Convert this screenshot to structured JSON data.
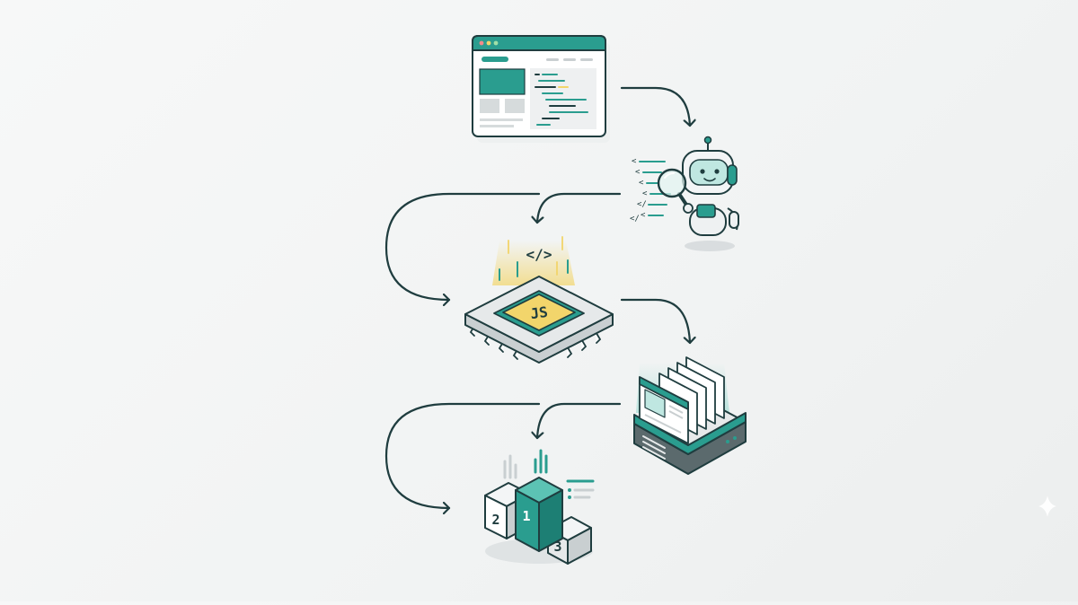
{
  "colors": {
    "outline": "#1f3d3f",
    "teal": "#2a9d8f",
    "teal_dark": "#1d7f74",
    "teal_light": "#bfe7e1",
    "gold": "#f2d56b",
    "gray_light": "#e6e9ea",
    "gray_mid": "#c9cfd1",
    "white": "#ffffff"
  },
  "icons": {
    "webpage": "webpage-source-icon",
    "robot": "robot-crawler-icon",
    "chip": "js-processor-chip-icon",
    "server": "page-index-server-icon",
    "podium": "ranking-podium-icon",
    "sparkle": "sparkle-icon"
  },
  "chip": {
    "code_symbol": "</>",
    "js_label": "JS"
  },
  "podium": {
    "first": "1",
    "second": "2",
    "third": "3"
  },
  "robot": {
    "code_marks": [
      "<",
      "<",
      "<",
      "<",
      "</",
      "<",
      "</"
    ]
  }
}
